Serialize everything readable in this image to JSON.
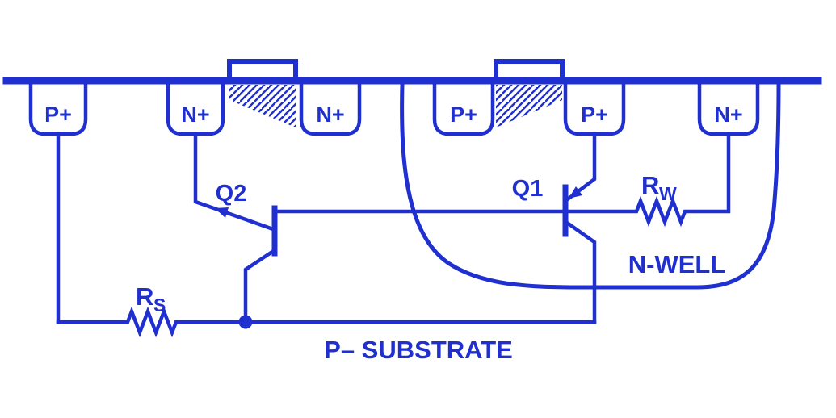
{
  "colors": {
    "ink": "#2030d0",
    "background": "#ffffff"
  },
  "diagram": {
    "regions": [
      {
        "label": "P+"
      },
      {
        "label": "N+"
      },
      {
        "label": "N+"
      },
      {
        "label": "P+"
      },
      {
        "label": "P+"
      },
      {
        "label": "N+"
      }
    ],
    "transistors": {
      "q1": "Q1",
      "q2": "Q2"
    },
    "resistors": {
      "rw": {
        "name": "R",
        "sub": "W"
      },
      "rs": {
        "name": "R",
        "sub": "S"
      }
    },
    "well_label": "N-WELL",
    "substrate_label": "P– SUBSTRATE"
  }
}
